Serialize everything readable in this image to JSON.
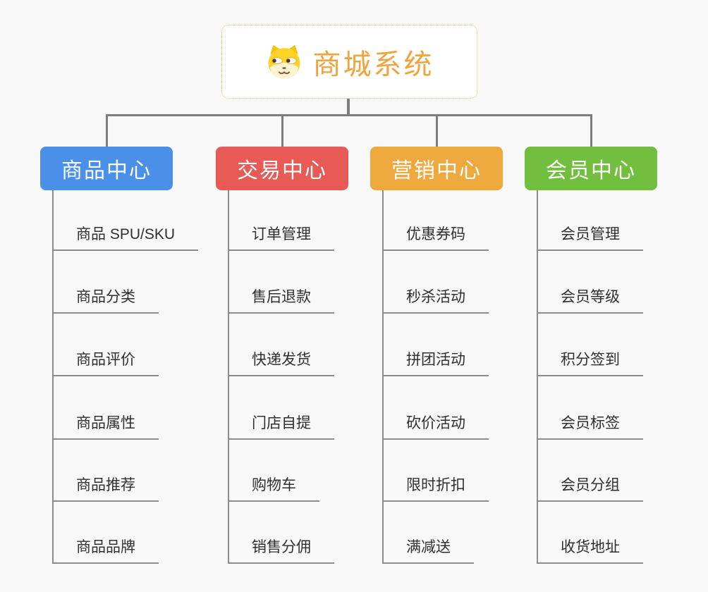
{
  "root": {
    "label": "商城系统",
    "icon": "dog-face-icon",
    "text_color": "#f0a43e",
    "border_color": "#f0bd74"
  },
  "colors": {
    "background": "#f8f8f8",
    "connector": "#7d7d7d",
    "underline": "#8c8c8c",
    "leaf_text": "#2f2f2f"
  },
  "branches": [
    {
      "id": "product-center",
      "label": "商品中心",
      "color": "#4a90e8",
      "items": [
        "商品 SPU/SKU",
        "商品分类",
        "商品评价",
        "商品属性",
        "商品推荐",
        "商品品牌"
      ]
    },
    {
      "id": "trade-center",
      "label": "交易中心",
      "color": "#e85a55",
      "items": [
        "订单管理",
        "售后退款",
        "快递发货",
        "门店自提",
        "购物车",
        "销售分佣"
      ]
    },
    {
      "id": "marketing-center",
      "label": "营销中心",
      "color": "#eda83e",
      "items": [
        "优惠券码",
        "秒杀活动",
        "拼团活动",
        "砍价活动",
        "限时折扣",
        "满减送"
      ]
    },
    {
      "id": "member-center",
      "label": "会员中心",
      "color": "#72bf40",
      "items": [
        "会员管理",
        "会员等级",
        "积分签到",
        "会员标签",
        "会员分组",
        "收货地址"
      ]
    }
  ]
}
